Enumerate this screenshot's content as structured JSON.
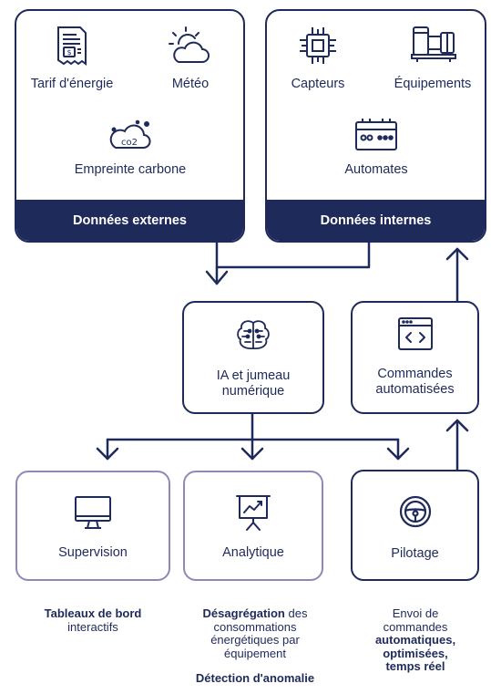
{
  "external_panel": {
    "footer": "Données externes",
    "items": [
      {
        "label": "Tarif d'énergie",
        "icon": "energy-bill-icon"
      },
      {
        "label": "Météo",
        "icon": "weather-icon"
      },
      {
        "label": "Empreinte carbone",
        "icon": "co2-cloud-icon"
      }
    ]
  },
  "internal_panel": {
    "footer": "Données internes",
    "items": [
      {
        "label": "Capteurs",
        "icon": "chip-icon"
      },
      {
        "label": "Équipements",
        "icon": "pump-icon"
      },
      {
        "label": "Automates",
        "icon": "plc-icon"
      }
    ]
  },
  "ai_box": {
    "label": "IA et jumeau numérique",
    "icon": "brain-circuit-icon"
  },
  "commands_box": {
    "label": "Commandes automatisées",
    "icon": "code-window-icon"
  },
  "outputs": [
    {
      "label": "Supervision",
      "icon": "monitor-icon"
    },
    {
      "label": "Analytique",
      "icon": "presentation-chart-icon"
    },
    {
      "label": "Pilotage",
      "icon": "steering-wheel-icon"
    }
  ],
  "captions": {
    "supervision": {
      "bold": "Tableaux de bord",
      "rest": "interactifs"
    },
    "analytique": {
      "bold1": "Désagrégation",
      "rest1": "des consommations énergétiques par équipement",
      "bold2": "Détection d'anomalie"
    },
    "pilotage": {
      "line1": "Envoi de commandes",
      "bold": "automatiques, optimisées, temps réel"
    }
  },
  "colors": {
    "navy": "#1e2a5a",
    "lavender": "#8e8ab8",
    "background": "#ffffff"
  }
}
